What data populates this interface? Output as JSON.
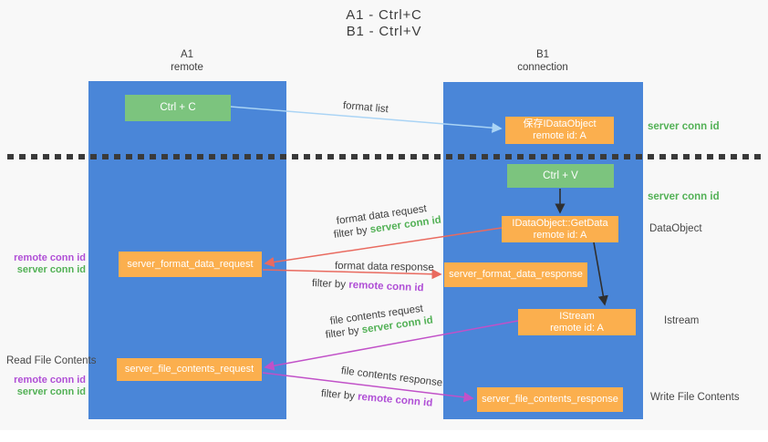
{
  "title": {
    "line1": "A1 - Ctrl+C",
    "line2": "B1 - Ctrl+V"
  },
  "lanes": {
    "left": {
      "name": "A1",
      "role": "remote"
    },
    "right": {
      "name": "B1",
      "role": "connection"
    }
  },
  "nodes": {
    "ctrl_c": {
      "label": "Ctrl + C"
    },
    "save_idataobject": {
      "line1": "保存IDataObject",
      "line2": "remote id: A"
    },
    "ctrl_v": {
      "label": "Ctrl + V"
    },
    "getdata": {
      "line1": "IDataObject::GetData",
      "line2": "remote id: A"
    },
    "format_request": {
      "label": "server_format_data_request"
    },
    "format_response": {
      "label": "server_format_data_response"
    },
    "istream": {
      "line1": "IStream",
      "line2": "remote id: A"
    },
    "file_request": {
      "label": "server_file_contents_request"
    },
    "file_response": {
      "label": "server_file_contents_response"
    }
  },
  "arrow_labels": {
    "format_list": "format list",
    "format_data_request": "format data request",
    "format_data_response": "format data response",
    "file_contents_request": "file contents request",
    "file_contents_response": "file contents response",
    "filter_by": "filter by "
  },
  "side_labels": {
    "server_conn_id": "server conn id",
    "remote_conn_id": "remote conn id",
    "dataobject": "DataObject",
    "istream": "Istream",
    "read_file_contents": "Read File Contents",
    "write_file_contents": "Write File Contents"
  },
  "colors": {
    "lane_blue": "#4a86d8",
    "box_orange": "#fbaf4e",
    "box_green": "#7cc47e",
    "text_green": "#53b156",
    "text_purple": "#b04fd6",
    "arrow_red": "#e96a5f",
    "arrow_magenta": "#c151c8",
    "arrow_blue": "#aad4f5",
    "arrow_black": "#2f2f2f",
    "background": "#f8f8f8"
  }
}
